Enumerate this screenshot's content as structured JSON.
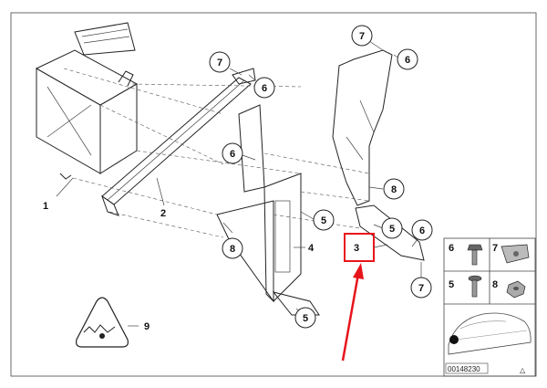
{
  "diagram": {
    "part_labels": [
      "1",
      "2",
      "3",
      "4",
      "5",
      "6",
      "7",
      "8",
      "9"
    ],
    "callouts": {
      "c7a": "7",
      "c6a": "6",
      "c6b": "6",
      "c5a": "5",
      "c8a": "8",
      "c5b": "5",
      "c7b": "7",
      "c6c": "6",
      "c8b": "8",
      "c5c": "5",
      "c6d": "6",
      "c7c": "7"
    },
    "highlighted_part": "3",
    "highlight_color": "#e8141b",
    "legend": {
      "items": [
        {
          "id": "6",
          "icon": "bolt-icon"
        },
        {
          "id": "7",
          "icon": "clip-nut-icon"
        },
        {
          "id": "5",
          "icon": "screw-icon"
        },
        {
          "id": "8",
          "icon": "hex-nut-icon"
        }
      ],
      "car_icon": "car-location-icon",
      "code": "00148230",
      "triangle": "△"
    }
  }
}
